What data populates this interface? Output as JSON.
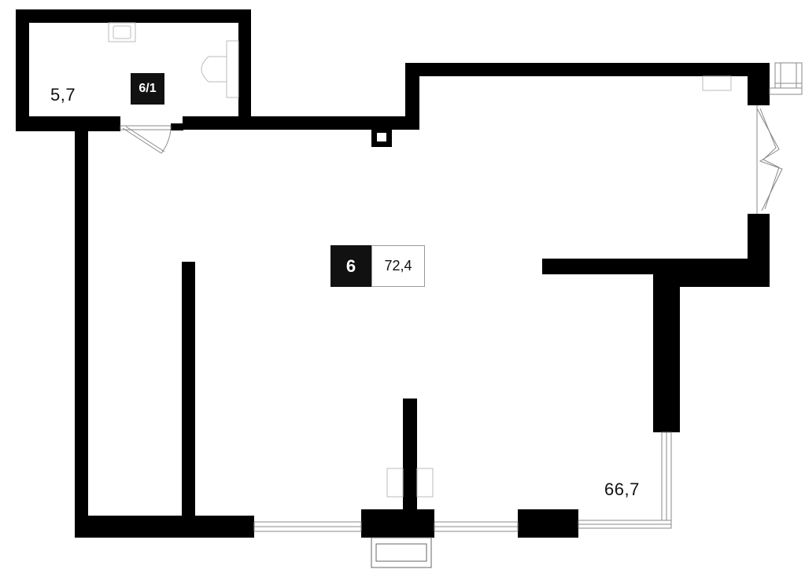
{
  "rooms": {
    "bathroom": {
      "number": "6/1",
      "area": "5,7"
    },
    "main": {
      "number": "6",
      "area": "72,4"
    },
    "terrace": {
      "area": "66,7"
    }
  },
  "colors": {
    "wall": "#000000",
    "fixture_line": "#bbbbbb",
    "window_line": "#888888"
  }
}
